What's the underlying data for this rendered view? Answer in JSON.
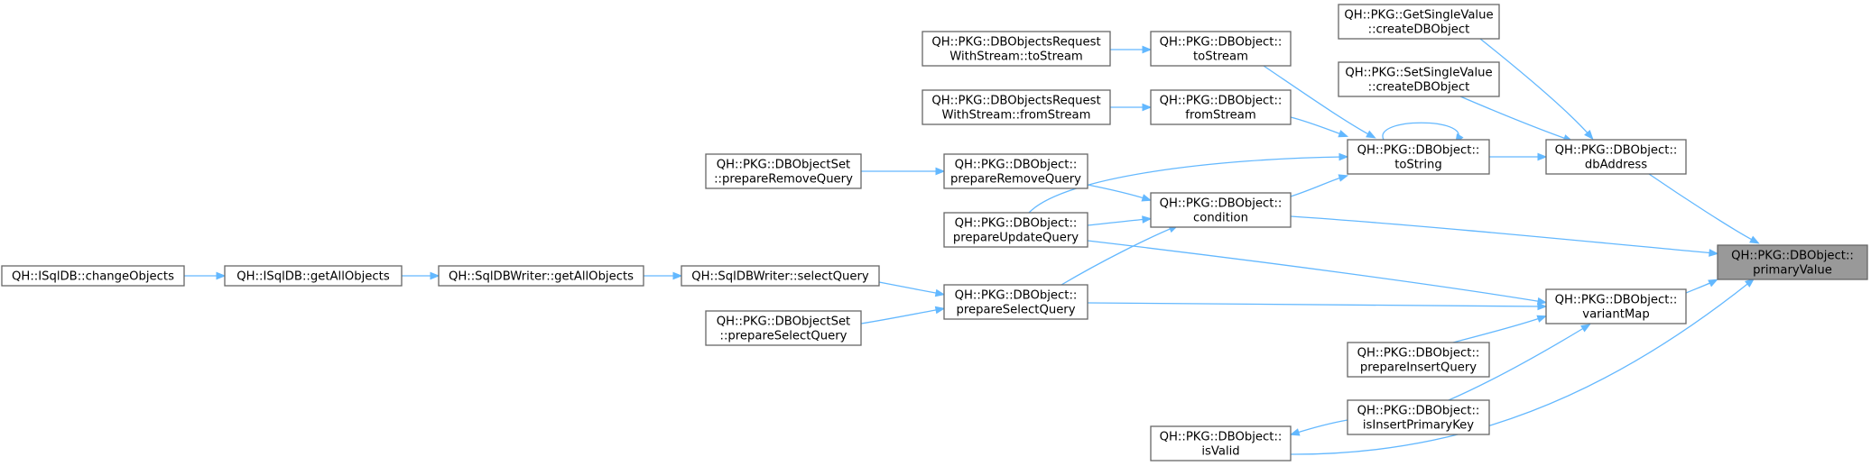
{
  "graph_title": "",
  "colors": {
    "edge": "#63b8ff",
    "node_border": "#666666",
    "node_fill": "#ffffff",
    "root_fill": "#999999",
    "text": "#000000"
  },
  "nodes": [
    {
      "id": "primaryValue",
      "lines": [
        "QH::PKG::DBObject::",
        "primaryValue"
      ],
      "root": true
    },
    {
      "id": "dbAddress",
      "lines": [
        "QH::PKG::DBObject::",
        "dbAddress"
      ]
    },
    {
      "id": "variantMap",
      "lines": [
        "QH::PKG::DBObject::",
        "variantMap"
      ]
    },
    {
      "id": "GetSingleValue",
      "lines": [
        "QH::PKG::GetSingleValue",
        "::createDBObject"
      ]
    },
    {
      "id": "SetSingleValue",
      "lines": [
        "QH::PKG::SetSingleValue",
        "::createDBObject"
      ]
    },
    {
      "id": "toString",
      "lines": [
        "QH::PKG::DBObject::",
        "toString"
      ]
    },
    {
      "id": "toStream",
      "lines": [
        "QH::PKG::DBObject::",
        "toStream"
      ]
    },
    {
      "id": "fromStream",
      "lines": [
        "QH::PKG::DBObject::",
        "fromStream"
      ]
    },
    {
      "id": "condition",
      "lines": [
        "QH::PKG::DBObject::",
        "condition"
      ]
    },
    {
      "id": "prepareInsertQuery",
      "lines": [
        "QH::PKG::DBObject::",
        "prepareInsertQuery"
      ]
    },
    {
      "id": "isInsertPrimaryKey",
      "lines": [
        "QH::PKG::DBObject::",
        "isInsertPrimaryKey"
      ]
    },
    {
      "id": "isValid",
      "lines": [
        "QH::PKG::DBObject::",
        "isValid"
      ]
    },
    {
      "id": "reqToStream",
      "lines": [
        "QH::PKG::DBObjectsRequest",
        "WithStream::toStream"
      ]
    },
    {
      "id": "reqFromStream",
      "lines": [
        "QH::PKG::DBObjectsRequest",
        "WithStream::fromStream"
      ]
    },
    {
      "id": "prepareRemoveQuery",
      "lines": [
        "QH::PKG::DBObject::",
        "prepareRemoveQuery"
      ]
    },
    {
      "id": "prepareUpdateQuery",
      "lines": [
        "QH::PKG::DBObject::",
        "prepareUpdateQuery"
      ]
    },
    {
      "id": "prepareSelectQuery",
      "lines": [
        "QH::PKG::DBObject::",
        "prepareSelectQuery"
      ]
    },
    {
      "id": "setRemove",
      "lines": [
        "QH::PKG::DBObjectSet",
        "::prepareRemoveQuery"
      ]
    },
    {
      "id": "setSelect",
      "lines": [
        "QH::PKG::DBObjectSet",
        "::prepareSelectQuery"
      ]
    },
    {
      "id": "selectQuery",
      "lines": [
        "QH::SqlDBWriter::selectQuery"
      ]
    },
    {
      "id": "writerGetAll",
      "lines": [
        "QH::SqlDBWriter::getAllObjects"
      ]
    },
    {
      "id": "dbGetAll",
      "lines": [
        "QH::ISqlDB::getAllObjects"
      ]
    },
    {
      "id": "changeObjects",
      "lines": [
        "QH::ISqlDB::changeObjects"
      ]
    }
  ]
}
